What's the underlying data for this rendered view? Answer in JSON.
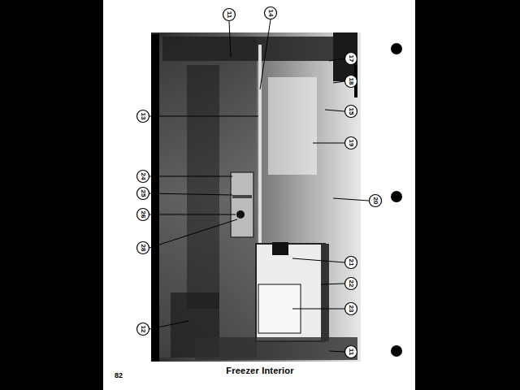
{
  "diagram": {
    "caption": "Freezer Interior",
    "labels": [
      "11",
      "14",
      "17",
      "18",
      "15",
      "19",
      "20",
      "21",
      "22",
      "23",
      "11",
      "13",
      "24",
      "25",
      "26",
      "28",
      "12",
      "82"
    ]
  }
}
